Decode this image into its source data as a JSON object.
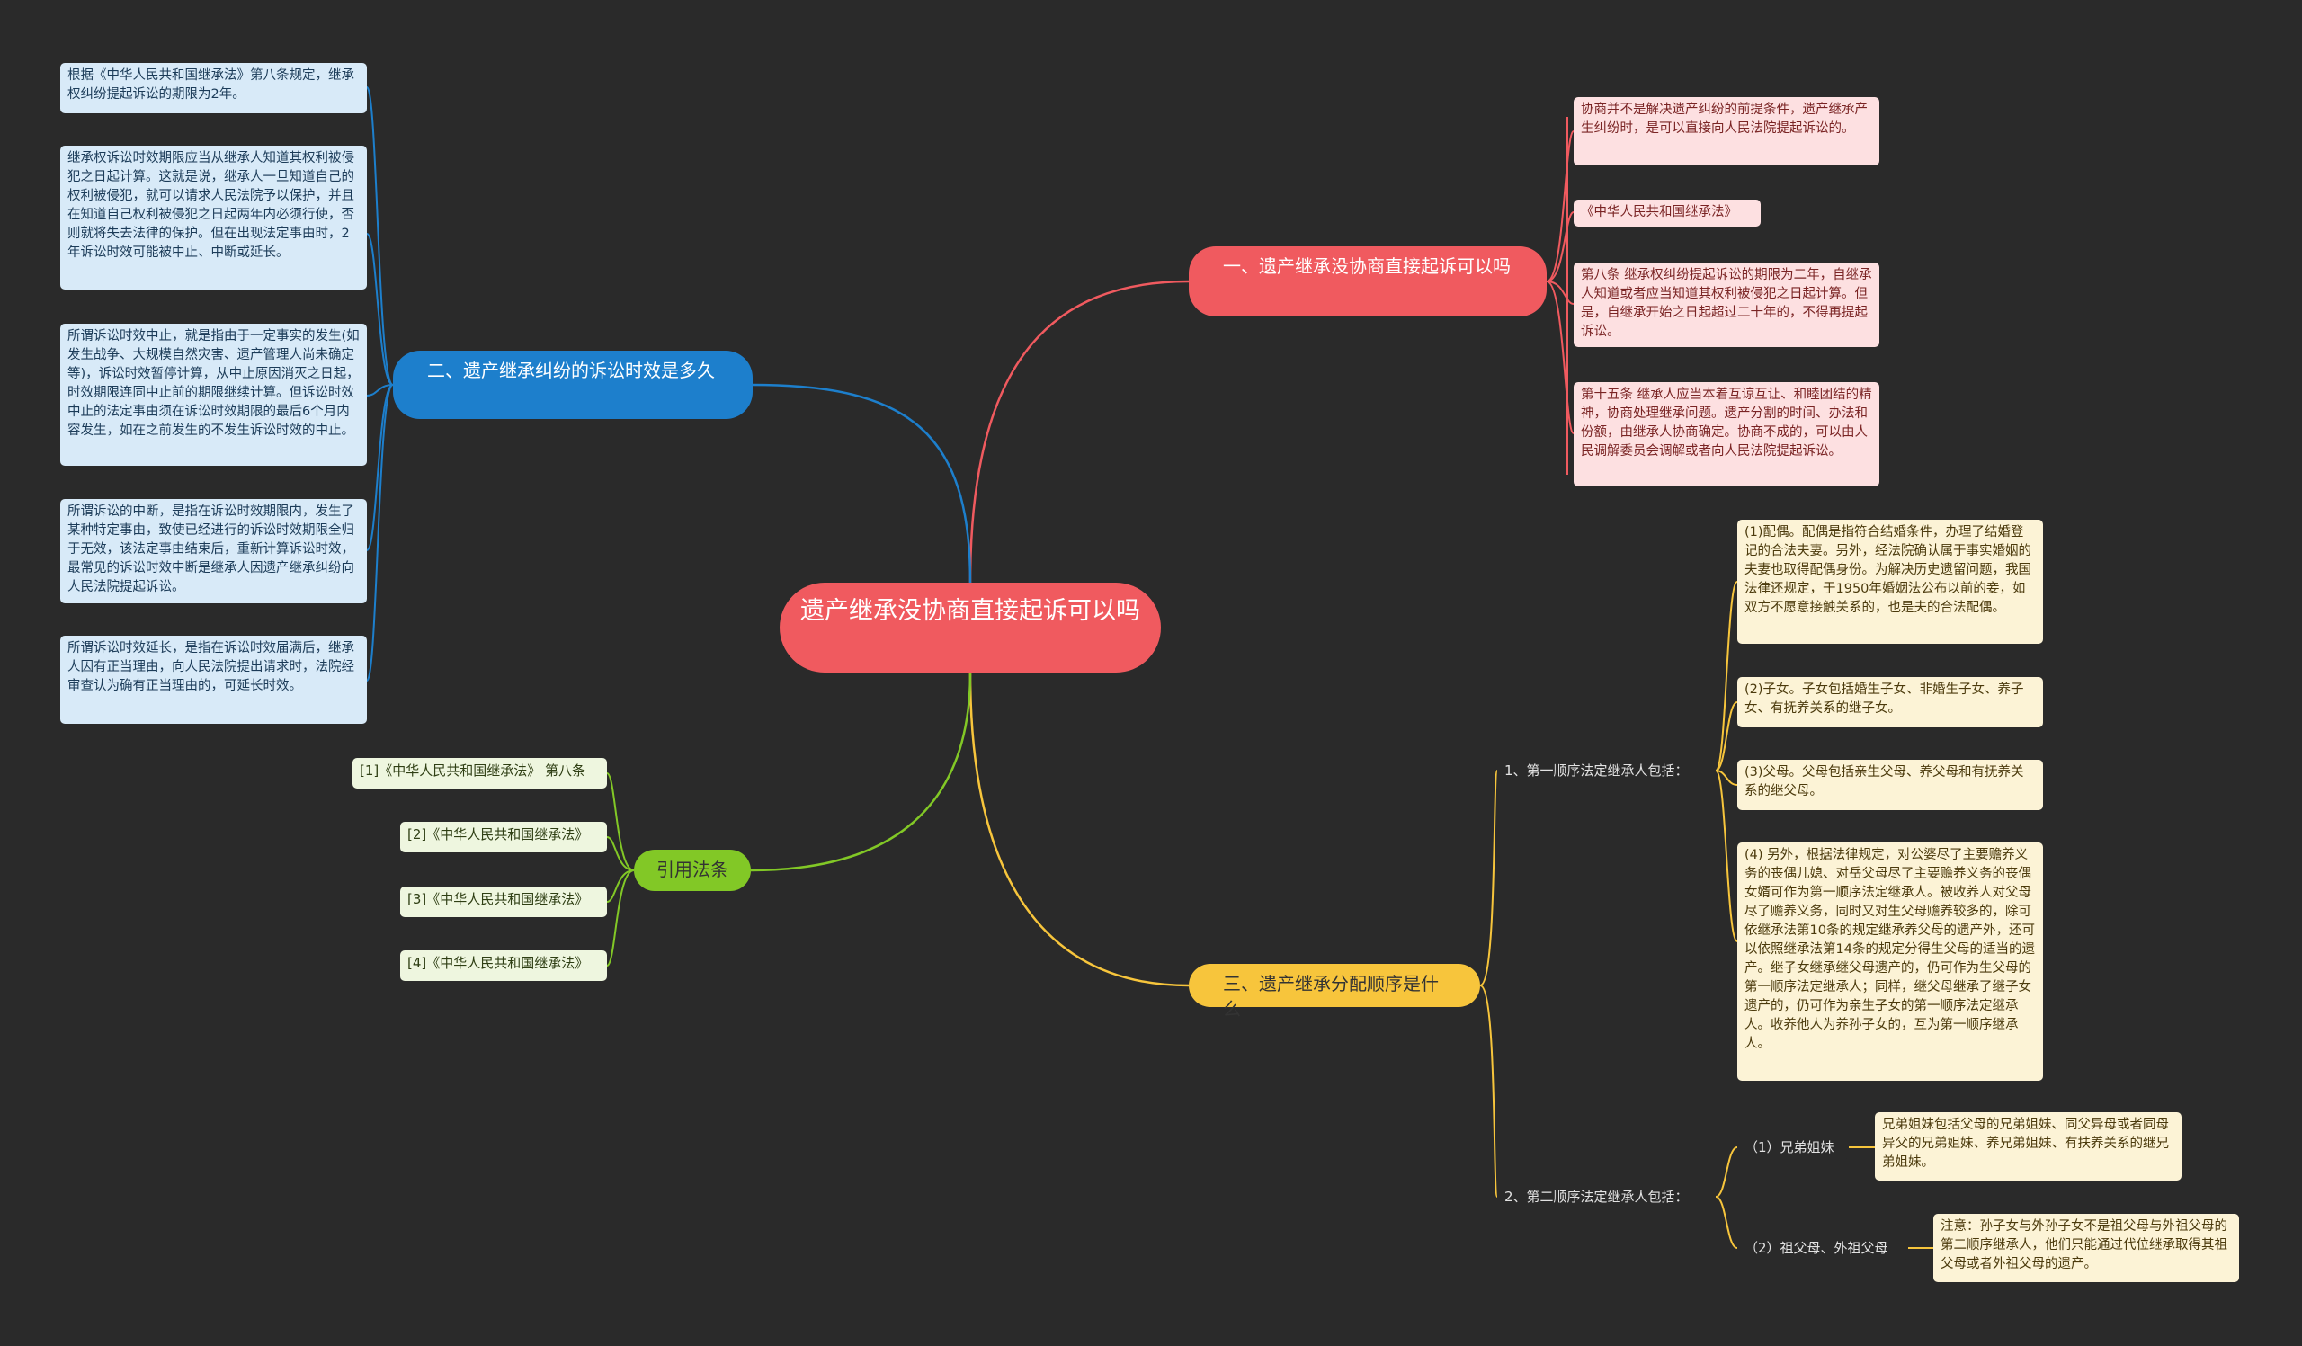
{
  "root": {
    "label": "遗产继承没协商直接起诉可以吗"
  },
  "colors": {
    "background": "#2a2a2a",
    "red": "#f05a5f",
    "blue": "#1d7fcc",
    "yellow": "#f7c53c",
    "green": "#82c826"
  },
  "branch1": {
    "label": "一、遗产继承没协商直接起诉可以吗",
    "items": [
      "协商并不是解决遗产纠纷的前提条件，遗产继承产生纠纷时，是可以直接向人民法院提起诉讼的。",
      "《中华人民共和国继承法》",
      "第八条 继承权纠纷提起诉讼的期限为二年，自继承人知道或者应当知道其权利被侵犯之日起计算。但是，自继承开始之日起超过二十年的，不得再提起诉讼。",
      "第十五条 继承人应当本着互谅互让、和睦团结的精神，协商处理继承问题。遗产分割的时间、办法和份额，由继承人协商确定。协商不成的，可以由人民调解委员会调解或者向人民法院提起诉讼。"
    ]
  },
  "branch2": {
    "label": "二、遗产继承纠纷的诉讼时效是多久",
    "items": [
      "根据《中华人民共和国继承法》第八条规定，继承权纠纷提起诉讼的期限为2年。",
      "继承权诉讼时效期限应当从继承人知道其权利被侵犯之日起计算。这就是说，继承人一旦知道自己的权利被侵犯，就可以请求人民法院予以保护，并且在知道自己权利被侵犯之日起两年内必须行使，否则就将失去法律的保护。但在出现法定事由时，2年诉讼时效可能被中止、中断或延长。",
      "所谓诉讼时效中止，就是指由于一定事实的发生(如发生战争、大规模自然灾害、遗产管理人尚未确定等)，诉讼时效暂停计算，从中止原因消灭之日起，时效期限连同中止前的期限继续计算。但诉讼时效中止的法定事由须在诉讼时效期限的最后6个月内容发生，如在之前发生的不发生诉讼时效的中止。",
      "所谓诉讼的中断，是指在诉讼时效期限内，发生了某种特定事由，致使已经进行的诉讼时效期限全归于无效，该法定事由结束后，重新计算诉讼时效，最常见的诉讼时效中断是继承人因遗产继承纠纷向人民法院提起诉讼。",
      "所谓诉讼时效延长，是指在诉讼时效届满后，继承人因有正当理由，向人民法院提出请求时，法院经审查认为确有正当理由的，可延长时效。"
    ]
  },
  "branch3": {
    "label": "三、遗产继承分配顺序是什么",
    "first": {
      "label": "1、第一顺序法定继承人包括：",
      "items": [
        "(1)配偶。配偶是指符合结婚条件，办理了结婚登记的合法夫妻。另外，经法院确认属于事实婚姻的夫妻也取得配偶身份。为解决历史遗留问题，我国法律还规定，于1950年婚姻法公布以前的妾，如双方不愿意接触关系的，也是夫的合法配偶。",
        "(2)子女。子女包括婚生子女、非婚生子女、养子女、有抚养关系的继子女。",
        "(3)父母。父母包括亲生父母、养父母和有抚养关系的继父母。",
        "(4) 另外，根据法律规定，对公婆尽了主要赡养义务的丧偶儿媳、对岳父母尽了主要赡养义务的丧偶女婿可作为第一顺序法定继承人。被收养人对父母尽了赡养义务，同时又对生父母赡养较多的，除可依继承法第10条的规定继承养父母的遗产外，还可以依照继承法第14条的规定分得生父母的适当的遗产。继子女继承继父母遗产的，仍可作为生父母的第一顺序法定继承人；同样，继父母继承了继子女遗产的，仍可作为亲生子女的第一顺序法定继承人。收养他人为养孙子女的，互为第一顺序继承人。"
      ]
    },
    "second": {
      "label": "2、第二顺序法定继承人包括：",
      "siblings": {
        "label": "（1）兄弟姐妹",
        "detail": "兄弟姐妹包括父母的兄弟姐妹、同父异母或者同母异父的兄弟姐妹、养兄弟姐妹、有扶养关系的继兄弟姐妹。"
      },
      "grandparents": {
        "label": "（2）祖父母、外祖父母",
        "detail": "注意：孙子女与外孙子女不是祖父母与外祖父母的第二顺序继承人，他们只能通过代位继承取得其祖父母或者外祖父母的遗产。"
      }
    }
  },
  "branch4": {
    "label": "引用法条",
    "items": [
      "[1]《中华人民共和国继承法》 第八条",
      "[2]《中华人民共和国继承法》",
      "[3]《中华人民共和国继承法》",
      "[4]《中华人民共和国继承法》"
    ]
  }
}
